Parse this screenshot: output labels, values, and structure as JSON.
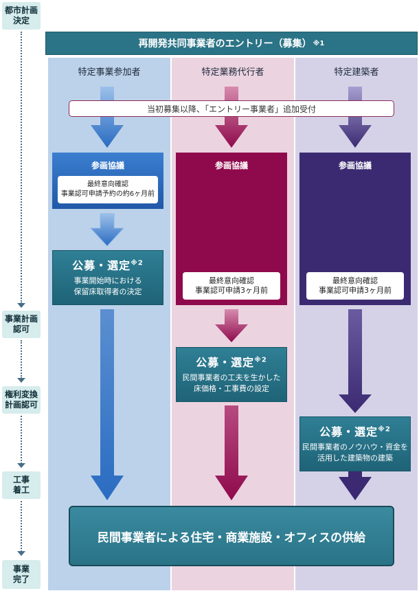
{
  "timeline": {
    "stages": [
      "都市計画\n決定",
      "事業計画\n認可",
      "権利変換\n計画認可",
      "工事\n着工",
      "事業\n完了"
    ]
  },
  "header": {
    "title": "再開発共同事業者のエントリー（募集）",
    "note": "※1"
  },
  "accept_bar": "当初募集以降、「エントリー事業者」追加受付",
  "columns": [
    {
      "title": "特定事業参加者",
      "discussion": "参画協議",
      "discussion_note": "最終意向確認\n事業認可申請予約の約6ヶ月前",
      "selection_title": "公募・選定",
      "selection_note": "※2",
      "selection_desc": "事業開始時における\n保留床取得者の決定"
    },
    {
      "title": "特定業務代行者",
      "discussion": "参画協議",
      "discussion_note": "最終意向確認\n事業認可申請3ヶ月前",
      "selection_title": "公募・選定",
      "selection_note": "※2",
      "selection_desc": "民間事業者の工夫を生かした\n床価格・工事費の設定"
    },
    {
      "title": "特定建築者",
      "discussion": "参画協議",
      "discussion_note": "最終意向確認\n事業認可申請3ヶ月前",
      "selection_title": "公募・選定",
      "selection_note": "※2",
      "selection_desc": "民間事業者のノウハウ・資金を\n活用した建築物の建築"
    }
  ],
  "supply_box": "民間事業者による住宅・商業施設・オフィスの供給",
  "colors": {
    "col1_bg": "#bcd2ea",
    "col2_bg": "#ecd3e0",
    "col3_bg": "#d5d2e8",
    "col1_accent": "#2a6cc2",
    "col2_accent": "#8f0a4c",
    "col3_accent": "#3b2a72",
    "teal": "#2b7386"
  }
}
